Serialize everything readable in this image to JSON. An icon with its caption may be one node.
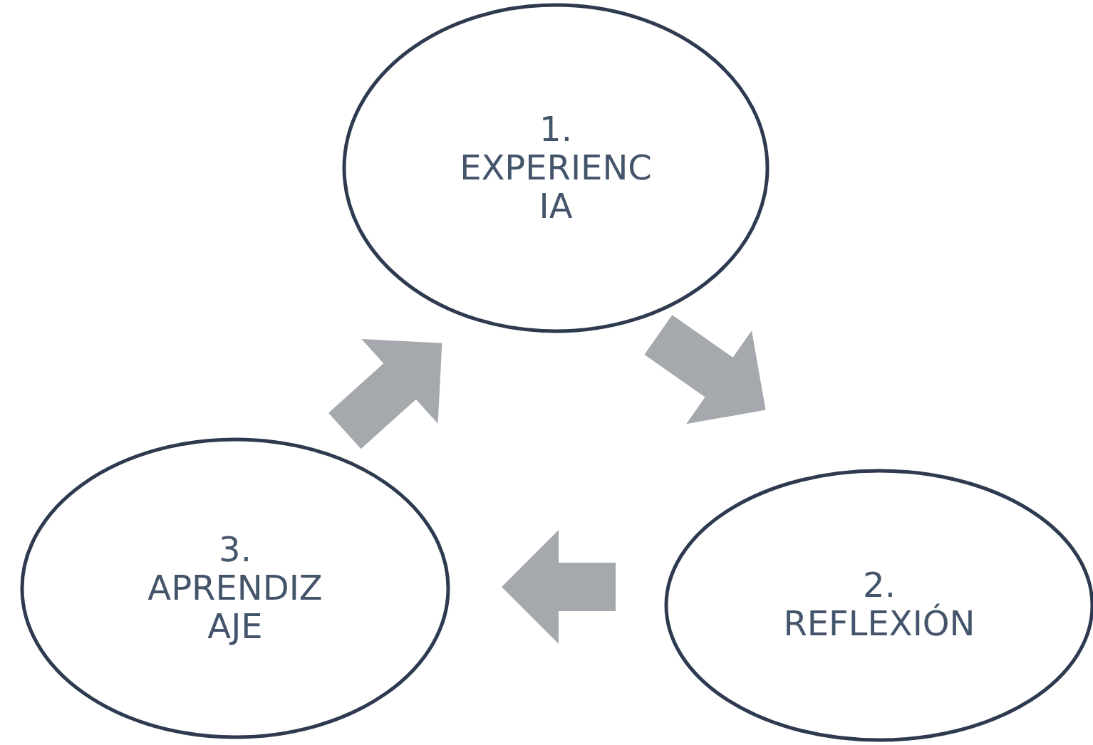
{
  "diagram": {
    "nodes": [
      {
        "text": [
          "1. EXPERIENCIA"
        ]
      },
      {
        "text": [
          "2. REFLEXIÓN"
        ]
      },
      {
        "text": [
          "3. APRENDIZAJE"
        ]
      }
    ],
    "edges": [
      {
        "from": 0,
        "to": 1,
        "arrow": "to"
      },
      {
        "from": 1,
        "to": 2,
        "arrow": "to"
      },
      {
        "from": 2,
        "to": 0,
        "arrow": "to"
      }
    ]
  }
}
